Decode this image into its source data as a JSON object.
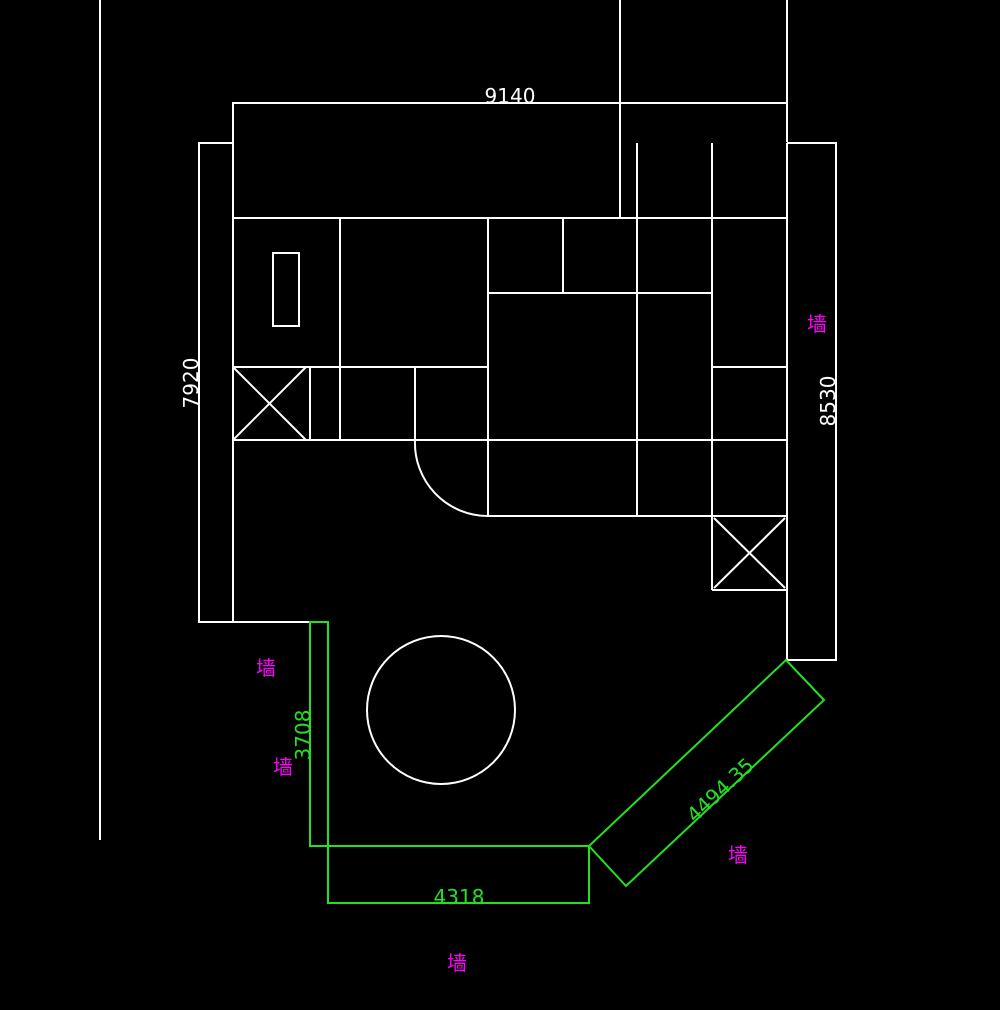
{
  "dimensions": {
    "top_width": "9140",
    "left_height": "7920",
    "right_height": "8530",
    "green_vertical": "3708",
    "green_horizontal": "4318",
    "green_diagonal": "4494.35"
  },
  "wall_label": "墙",
  "colors": {
    "background": "#000000",
    "lines": "#ffffff",
    "green": "#22e022",
    "wall_label": "#ff00ff"
  }
}
